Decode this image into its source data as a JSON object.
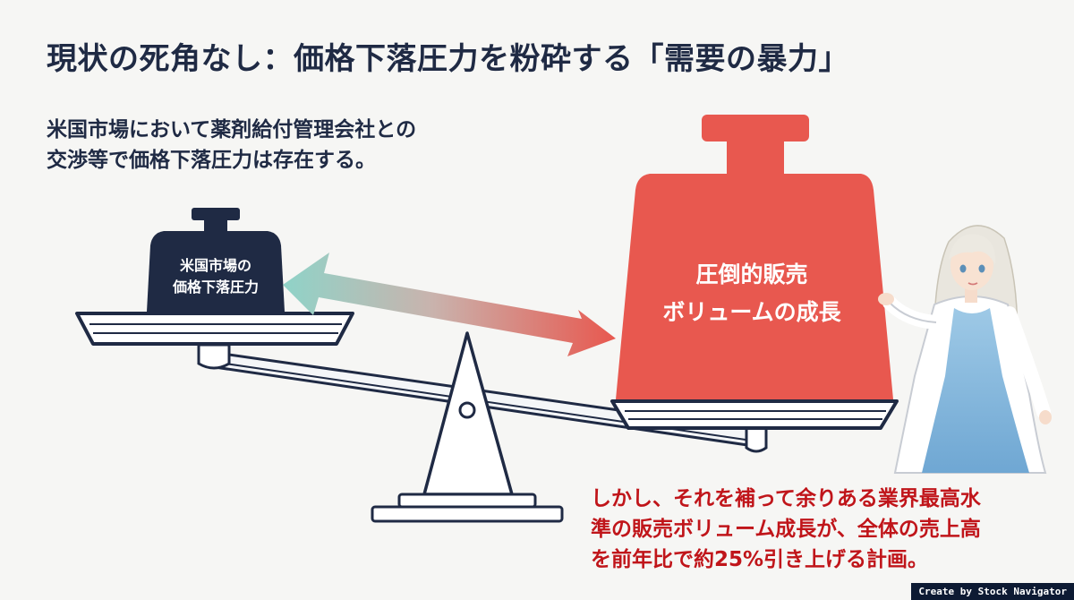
{
  "title": "現状の死角なし：価格下落圧力を粉砕する「需要の暴力」",
  "intro_lines": [
    "米国市場において薬剤給付管理会社との",
    "交渉等で価格下落圧力は存在する。"
  ],
  "left_weight_lines": [
    "米国市場の",
    "価格下落圧力"
  ],
  "right_weight_lines": [
    "圧倒的販売",
    "ボリュームの成長"
  ],
  "note_lines": [
    "しかし、それを補って余りある業界最高水",
    "準の販売ボリューム成長が、全体の売上高",
    "を前年比で約25%引き上げる計画。"
  ],
  "credit": "Create by Stock Navigator",
  "colors": {
    "navy": "#1f2a44",
    "red_weight": "#e8584f",
    "note_red": "#c0151a",
    "arrow_teal": "#8fd3c8",
    "arrow_red": "#e8584f"
  },
  "icons": [
    "balance-scale",
    "double-arrow",
    "presenter-character"
  ]
}
